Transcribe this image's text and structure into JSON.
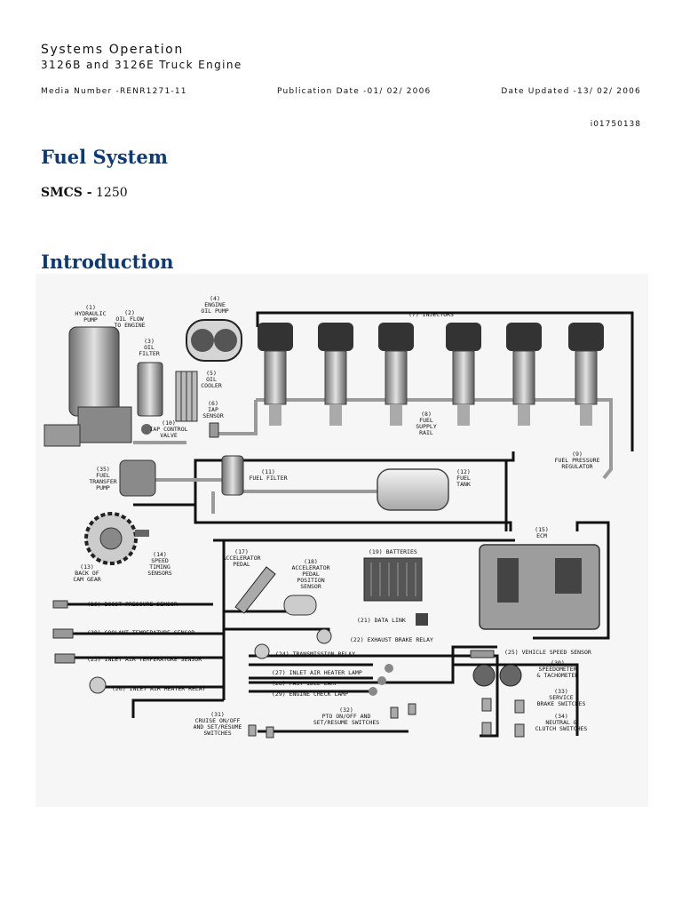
{
  "header": {
    "title": "Systems Operation",
    "subtitle": "3126B and 3126E Truck Engine",
    "media_number": "Media Number -RENR1271-11",
    "publication_date": "Publication Date -01/ 02/ 2006",
    "date_updated": "Date Updated -13/ 02/ 2006",
    "doc_id": "i01750138"
  },
  "section": {
    "title": "Fuel System",
    "smcs_label": "SMCS -",
    "smcs_value": "1250",
    "intro_title": "Introduction"
  },
  "diagram": {
    "labels": {
      "hydraulic_pump": [
        "(1)",
        "HYDRAULIC",
        "PUMP"
      ],
      "oil_flow": [
        "(2)",
        "OIL FLOW",
        "TO ENGINE"
      ],
      "oil_filter": [
        "(3)",
        "OIL",
        "FILTER"
      ],
      "engine_oil_pump": [
        "(4)",
        "ENGINE",
        "OIL PUMP"
      ],
      "oil_cooler": [
        "(5)",
        "OIL",
        "COOLER"
      ],
      "iap_sensor": [
        "(6)",
        "IAP",
        "SENSOR"
      ],
      "injectors": "(7) INJECTORS",
      "fuel_supply_rail": [
        "(8)",
        "FUEL",
        "SUPPLY",
        "RAIL"
      ],
      "fuel_pressure_regulator": [
        "(9)",
        "FUEL PRESSURE",
        "REGULATOR"
      ],
      "iap_control_valve": [
        "(10)",
        "IAP CONTROL",
        "VALVE"
      ],
      "fuel_filter": [
        "(11)",
        "FUEL FILTER"
      ],
      "fuel_tank": [
        "(12)",
        "FUEL",
        "TANK"
      ],
      "back_of_cam_gear": [
        "(13)",
        "BACK OF",
        "CAM GEAR"
      ],
      "speed_timing_sensors": [
        "(14)",
        "SPEED",
        "TIMING",
        "SENSORS"
      ],
      "ecm": [
        "(15)",
        "ECM"
      ],
      "boost_pressure_sensor": "(16) BOOST PRESSURE SENSOR",
      "accelerator_pedal": [
        "(17)",
        "ACCELERATOR",
        "PEDAL"
      ],
      "accelerator_pedal_position_sensor": [
        "(18)",
        "ACCELERATOR",
        "PEDAL",
        "POSITION",
        "SENSOR"
      ],
      "batteries": "(19) BATTERIES",
      "coolant_temperature_sensor": "(20) COOLANT TEMPERATURE SENSOR",
      "data_link": "(21) DATA LINK",
      "exhaust_brake_relay": "(22) EXHAUST BRAKE RELAY",
      "inlet_air_temperature_sensor": "(23) INLET AIR TEMPERATURE SENSOR",
      "transmission_relay": "(24) TRANSMISSION RELAY",
      "vehicle_speed_sensor": "(25) VEHICLE SPEED SENSOR",
      "inlet_air_heater_relay": "(26) INLET AIR HEATER RELAY",
      "inlet_air_heater_lamp": "(27) INLET AIR HEATER LAMP",
      "fast_idle_lamp": "(28) FAST IDLE LAMP",
      "engine_check_lamp": "(29) ENGINE CHECK LAMP",
      "speedometer_tachometer": [
        "(30)",
        "SPEEDOMETER",
        "& TACHOMETER"
      ],
      "cruise_switches": [
        "(31)",
        "CRUISE ON/OFF",
        "AND SET/RESUME",
        "SWITCHES"
      ],
      "pto_switches": [
        "(32)",
        "PTO ON/OFF AND",
        "SET/RESUME SWITCHES"
      ],
      "service_brake_switches": [
        "(33)",
        "SERVICE",
        "BRAKE SWITCHES"
      ],
      "neutral_clutch_switches": [
        "(34)",
        "NEUTRAL &",
        "CLUTCH SWITCHES"
      ],
      "fuel_transfer_pump": [
        "(35)",
        "FUEL",
        "TRANSFER",
        "PUMP"
      ]
    }
  }
}
